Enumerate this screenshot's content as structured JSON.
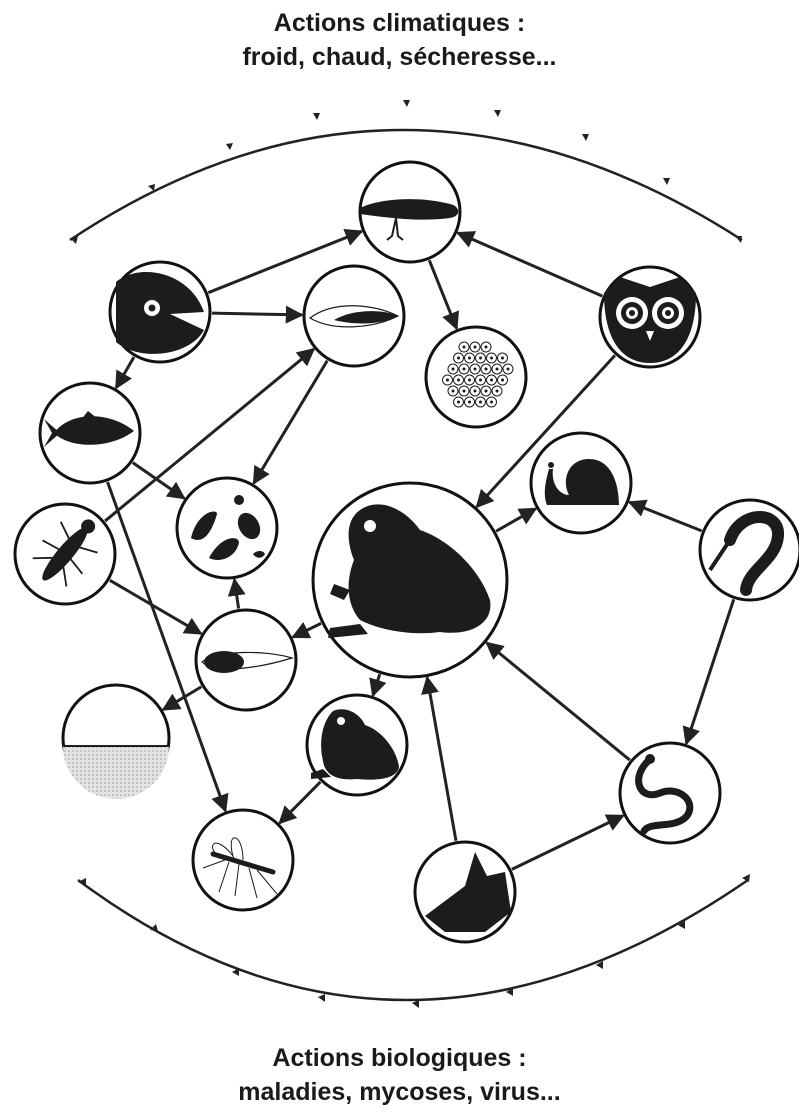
{
  "captions": {
    "top_line1": "Actions climatiques :",
    "top_line2": "froid, chaud, sécheresse...",
    "bottom_line1": "Actions biologiques :",
    "bottom_line2": "maladies, mycoses, virus..."
  },
  "colors": {
    "ink": "#1c1c1c",
    "paper": "#ffffff",
    "water": "#d8d8d8"
  },
  "nodes": [
    {
      "id": "newt-top",
      "icon": "newt-icon"
    },
    {
      "id": "fish-head",
      "icon": "fish-head-icon"
    },
    {
      "id": "larva-newt",
      "icon": "newt-larva-icon"
    },
    {
      "id": "eggs",
      "icon": "eggs-icon"
    },
    {
      "id": "owl",
      "icon": "owl-icon"
    },
    {
      "id": "fish",
      "icon": "fish-icon"
    },
    {
      "id": "invertebrates",
      "icon": "invertebrates-icon"
    },
    {
      "id": "snail",
      "icon": "snail-icon"
    },
    {
      "id": "toad-main",
      "icon": "toad-icon"
    },
    {
      "id": "larva-insect",
      "icon": "dragonfly-larva-icon"
    },
    {
      "id": "heron",
      "icon": "heron-icon"
    },
    {
      "id": "tadpole",
      "icon": "tadpole-icon"
    },
    {
      "id": "water",
      "icon": "water-icon"
    },
    {
      "id": "toad-small",
      "icon": "small-toad-icon"
    },
    {
      "id": "snake",
      "icon": "snake-icon"
    },
    {
      "id": "mosquito",
      "icon": "mosquito-icon"
    },
    {
      "id": "fox",
      "icon": "fox-icon"
    }
  ],
  "edges": [
    [
      "fish-head",
      "newt-top"
    ],
    [
      "fish-head",
      "larva-newt"
    ],
    [
      "fish-head",
      "fish"
    ],
    [
      "newt-top",
      "eggs"
    ],
    [
      "owl",
      "newt-top"
    ],
    [
      "owl",
      "toad-main"
    ],
    [
      "fish",
      "invertebrates"
    ],
    [
      "fish",
      "mosquito"
    ],
    [
      "larva-newt",
      "invertebrates"
    ],
    [
      "larva-insect",
      "larva-newt"
    ],
    [
      "larva-insect",
      "tadpole"
    ],
    [
      "tadpole",
      "invertebrates"
    ],
    [
      "tadpole",
      "water"
    ],
    [
      "toad-main",
      "tadpole"
    ],
    [
      "toad-main",
      "snail"
    ],
    [
      "toad-main",
      "toad-small"
    ],
    [
      "heron",
      "snail"
    ],
    [
      "heron",
      "snake"
    ],
    [
      "snake",
      "toad-main"
    ],
    [
      "fox",
      "toad-main"
    ],
    [
      "fox",
      "snake"
    ],
    [
      "toad-small",
      "mosquito"
    ]
  ]
}
